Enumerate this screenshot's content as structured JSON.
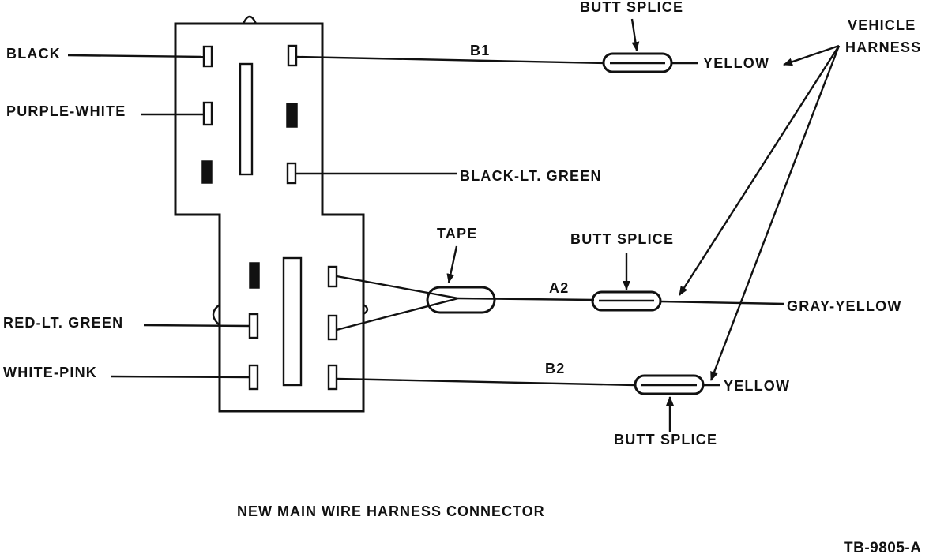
{
  "labels": {
    "black": "BLACK",
    "purple_white": "PURPLE-WHITE",
    "red_lt_green": "RED-LT. GREEN",
    "white_pink": "WHITE-PINK",
    "black_lt_green": "BLACK-LT. GREEN",
    "b1": "B1",
    "a2": "A2",
    "b2": "B2",
    "tape": "TAPE",
    "butt_splice_top": "BUTT SPLICE",
    "butt_splice_mid": "BUTT SPLICE",
    "butt_splice_bottom": "BUTT SPLICE",
    "yellow_top": "YELLOW",
    "yellow_bottom": "YELLOW",
    "gray_yellow": "GRAY-YELLOW",
    "vehicle_harness_line1": "VEHICLE",
    "vehicle_harness_line2": "HARNESS"
  },
  "caption": "NEW MAIN WIRE HARNESS CONNECTOR",
  "figure_code": "TB-9805-A"
}
